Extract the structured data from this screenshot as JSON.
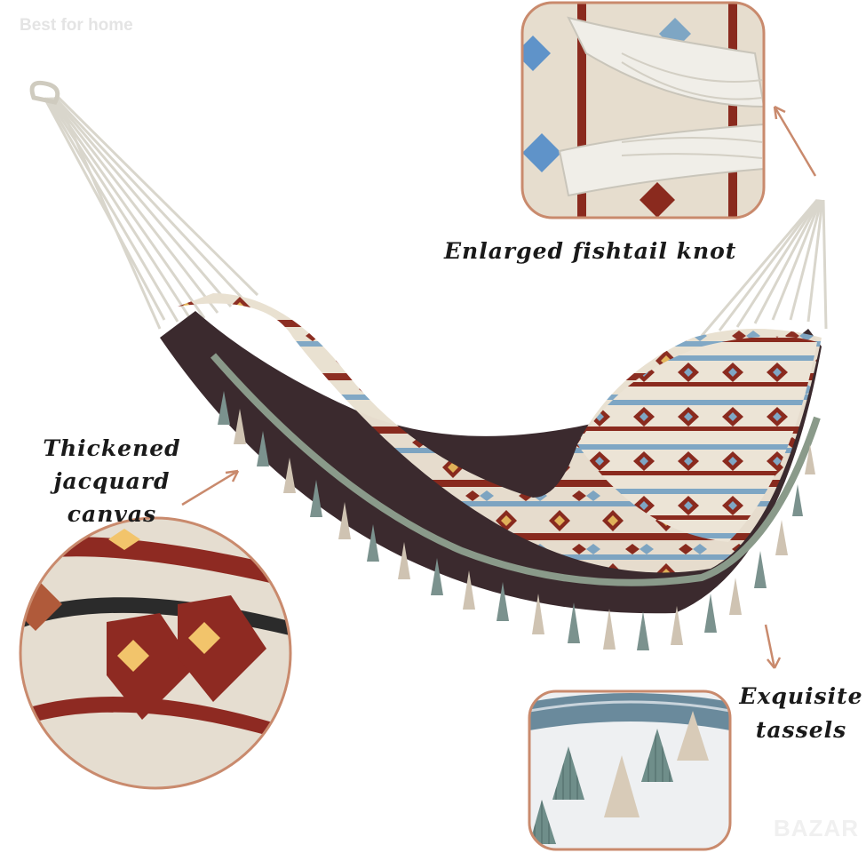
{
  "watermark": "Best for home",
  "captions": {
    "knot": "Enlarged fishtail knot",
    "canvas_line1": "Thickened",
    "canvas_line2": "jacquard canvas",
    "tassels_line1": "Exquisite",
    "tassels_line2": "tassels"
  },
  "corner_logo": "BAZAR",
  "colors": {
    "rope": "#d9d6cc",
    "cream": "#e9e0d0",
    "rust": "#8a2a1e",
    "blue": "#7ea6c4",
    "teal": "#5f7f7c",
    "arrow": "#c98a6d"
  }
}
